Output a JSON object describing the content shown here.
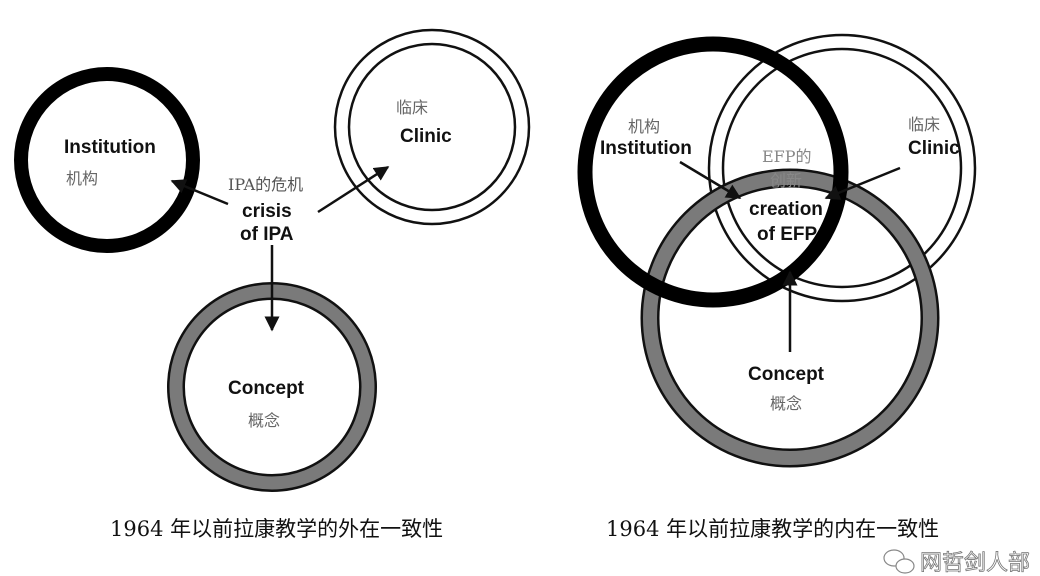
{
  "left_diagram": {
    "institution": {
      "en": "Institution",
      "zh": "机构"
    },
    "clinic": {
      "en": "Clinic",
      "zh": "临床"
    },
    "concept": {
      "en": "Concept",
      "zh": "概念"
    },
    "center": {
      "zh": "IPA的危机",
      "en_line1": "crisis",
      "en_line2": "of IPA"
    },
    "caption": "1964 年以前拉康教学的外在一致性"
  },
  "right_diagram": {
    "institution": {
      "en": "Institution",
      "zh": "机构"
    },
    "clinic": {
      "en": "Clinic",
      "zh": "临床"
    },
    "concept": {
      "en": "Concept",
      "zh": "概念"
    },
    "center": {
      "zh_line1": "EFP的",
      "zh_line2": "创新",
      "en_line1": "creation",
      "en_line2": "of EFP"
    },
    "caption": "1964 年以前拉康教学的内在一致性"
  },
  "watermark": "网哲剑人部",
  "colors": {
    "institution": "#000000",
    "concept": "#7a7a7a",
    "clinic": "#ffffff"
  }
}
